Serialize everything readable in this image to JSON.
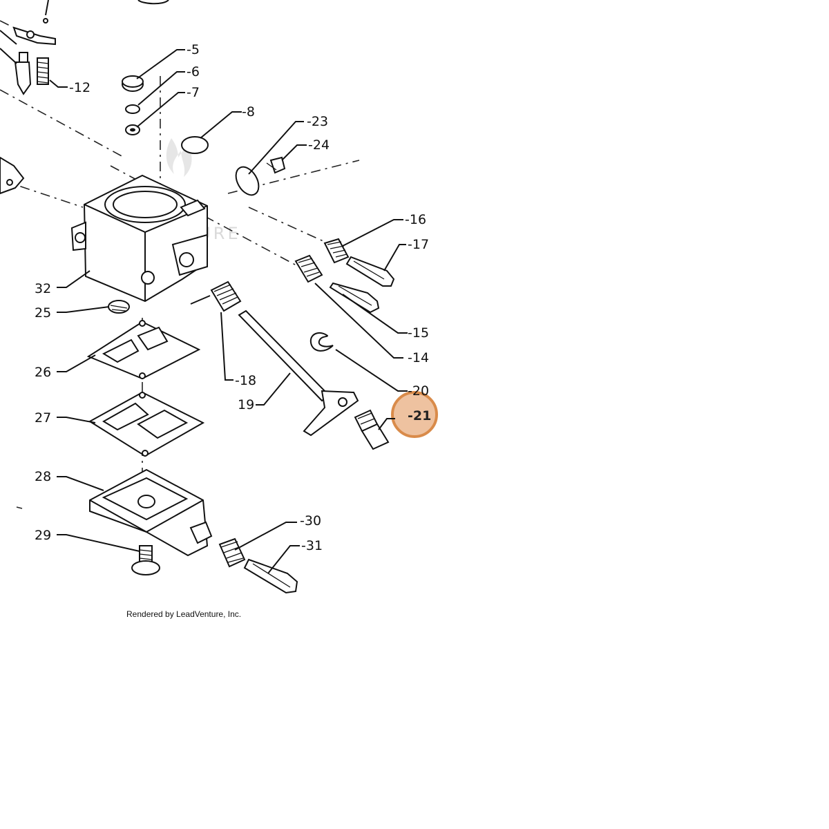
{
  "diagram": {
    "callouts": [
      {
        "id": "5",
        "label": "5"
      },
      {
        "id": "6",
        "label": "6"
      },
      {
        "id": "7",
        "label": "7"
      },
      {
        "id": "8",
        "label": "8"
      },
      {
        "id": "12",
        "label": "12"
      },
      {
        "id": "23",
        "label": "23"
      },
      {
        "id": "24",
        "label": "24"
      },
      {
        "id": "16",
        "label": "16"
      },
      {
        "id": "17",
        "label": "17"
      },
      {
        "id": "32",
        "label": "32"
      },
      {
        "id": "25",
        "label": "25"
      },
      {
        "id": "15",
        "label": "15"
      },
      {
        "id": "14",
        "label": "14"
      },
      {
        "id": "26",
        "label": "26"
      },
      {
        "id": "18",
        "label": "18"
      },
      {
        "id": "20",
        "label": "20"
      },
      {
        "id": "19",
        "label": "19"
      },
      {
        "id": "21",
        "label": "21"
      },
      {
        "id": "27",
        "label": "27"
      },
      {
        "id": "28",
        "label": "28"
      },
      {
        "id": "30",
        "label": "30"
      },
      {
        "id": "29",
        "label": "29"
      },
      {
        "id": "31",
        "label": "31"
      }
    ],
    "highlighted_callout": "21",
    "highlight_color": "#d98b4a",
    "watermark": "LEADVENTURE",
    "credit": "Rendered by LeadVenture, Inc."
  }
}
